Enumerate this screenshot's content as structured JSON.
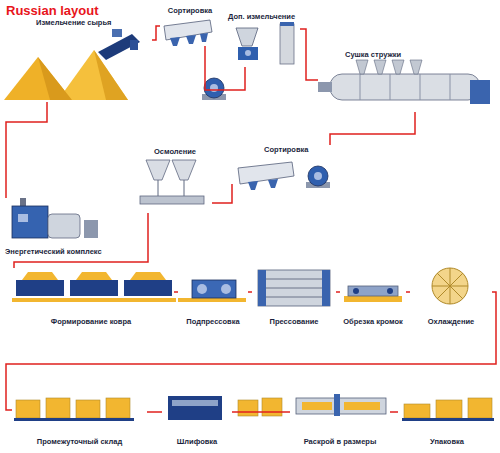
{
  "diagram": {
    "title": "Russian layout",
    "nodes": [
      {
        "text": [
          "Измельчение сырья"
        ]
      },
      {
        "text": [
          "Сортировка"
        ]
      },
      {
        "text": [
          "Доп. измельчение"
        ]
      },
      {
        "text": [
          "Сушка стружки"
        ]
      },
      {
        "text": [
          "Осмоление"
        ]
      },
      {
        "text": [
          "Сортировка"
        ]
      },
      {
        "text": [
          "Энергетический комплекс"
        ]
      },
      {
        "text": [
          "Формирование ковра"
        ]
      },
      {
        "text": [
          "Подпрессовка"
        ]
      },
      {
        "text": [
          "Прессование"
        ]
      },
      {
        "text": [
          "Обрезка кромок"
        ]
      },
      {
        "text": [
          "Охлаждение"
        ]
      },
      {
        "text": [
          "Промежуточный склад"
        ]
      },
      {
        "text": [
          "Шлифовка"
        ]
      },
      {
        "text": [
          "Раскрой в размеры"
        ]
      },
      {
        "text": [
          "Упаковка"
        ]
      }
    ],
    "edges": [
      {
        "from": 0,
        "to": 1,
        "arrow": "none"
      },
      {
        "from": 1,
        "to": 2,
        "arrow": "none"
      },
      {
        "from": 2,
        "to": 3,
        "arrow": "none"
      },
      {
        "from": 3,
        "to": 5,
        "arrow": "none"
      },
      {
        "from": 5,
        "to": 4,
        "arrow": "none"
      },
      {
        "from": 4,
        "to": 7,
        "arrow": "none"
      },
      {
        "from": 0,
        "to": 6,
        "arrow": "none"
      },
      {
        "from": 7,
        "to": 8,
        "arrow": "none"
      },
      {
        "from": 8,
        "to": 9,
        "arrow": "none"
      },
      {
        "from": 9,
        "to": 10,
        "arrow": "none"
      },
      {
        "from": 10,
        "to": 11,
        "arrow": "none"
      },
      {
        "from": 11,
        "to": 12,
        "arrow": "none"
      },
      {
        "from": 12,
        "to": 13,
        "arrow": "none"
      },
      {
        "from": 13,
        "to": 14,
        "arrow": "none"
      },
      {
        "from": 14,
        "to": 15,
        "arrow": "none"
      }
    ]
  }
}
